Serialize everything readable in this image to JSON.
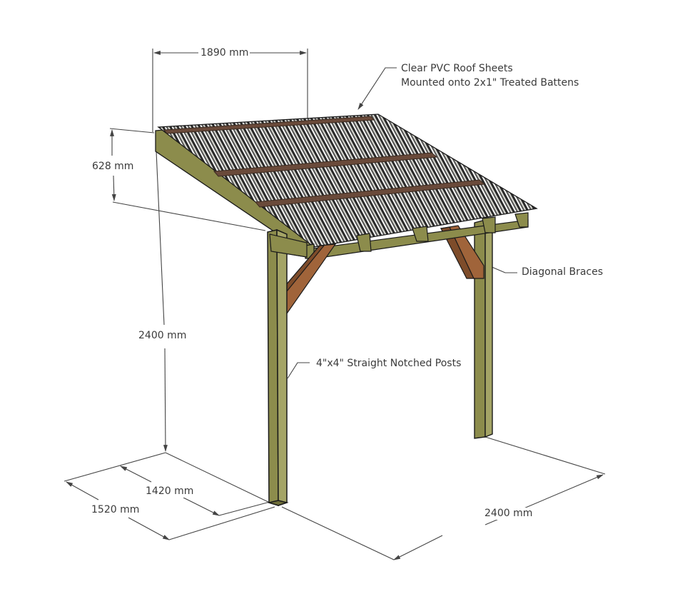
{
  "diagram": {
    "type": "3D isometric construction drawing",
    "subject": "Lean-to timber canopy with clear PVC roof",
    "colors": {
      "timber": "#8c8c4c",
      "timber_light": "#a4a466",
      "timber_dark": "#6e6e38",
      "brace": "#a0643a",
      "brace_dark": "#7e4c2a",
      "roof_sheet": "#2e2e2e",
      "batten": "#6a4a3a",
      "dimension_line": "#444444",
      "text": "#3a3a3a"
    }
  },
  "dimensions": {
    "roof_width": "1890 mm",
    "roof_drop": "628 mm",
    "wall_height": "2400 mm",
    "inner_depth": "1420 mm",
    "outer_depth": "1520 mm",
    "length": "2400 mm"
  },
  "callouts": {
    "roof_line1": "Clear PVC Roof Sheets",
    "roof_line2": "Mounted onto 2x1\" Treated Battens",
    "braces": "Diagonal Braces",
    "posts": "4\"x4\" Straight Notched Posts"
  }
}
